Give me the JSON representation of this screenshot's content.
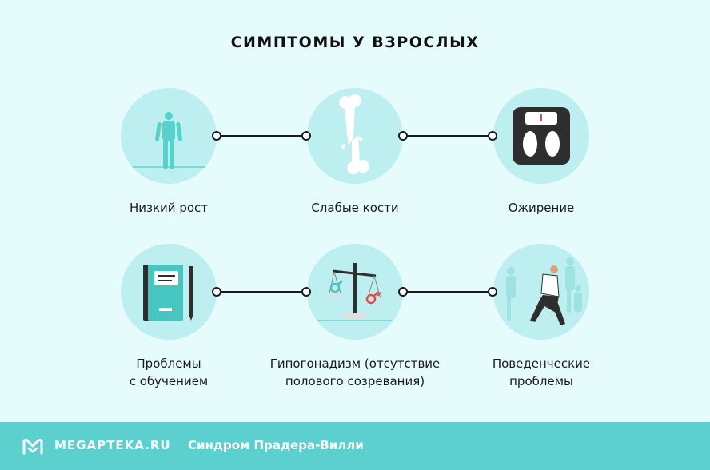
{
  "title": "СИМПТОМЫ У ВЗРОСЛЫХ",
  "symptoms": [
    {
      "label_line1": "Низкий рост",
      "label_line2": "",
      "icon": "human-figure-icon"
    },
    {
      "label_line1": "Слабые кости",
      "label_line2": "",
      "icon": "broken-bone-icon"
    },
    {
      "label_line1": "Ожирение",
      "label_line2": "",
      "icon": "bathroom-scale-icon"
    },
    {
      "label_line1": "Проблемы",
      "label_line2": "с обучением",
      "icon": "notebook-pencil-icon"
    },
    {
      "label_line1": "Гипогонадизм (отсутствие",
      "label_line2": "полового созревания)",
      "icon": "gender-scales-icon"
    },
    {
      "label_line1": "Поведенческие",
      "label_line2": "проблемы",
      "icon": "running-man-icon"
    }
  ],
  "footer": {
    "brand": "MEGAPTEKA.RU",
    "subtitle": "Синдром Прадера-Вилли",
    "icon": "megapteka-logo-icon"
  },
  "colors": {
    "background": "#e6fbfb",
    "circle": "#bdeef0",
    "accent": "#5ccfcf",
    "footer": "#5ccfcf"
  }
}
